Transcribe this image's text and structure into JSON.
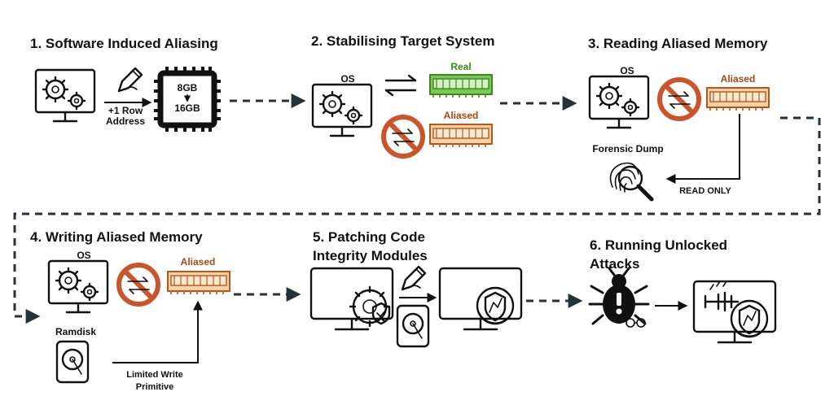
{
  "steps": {
    "s1": {
      "title": "1. Software Induced Aliasing",
      "row_label_1": "+1 Row",
      "row_label_2": "Address",
      "chip_top": "8GB",
      "chip_bottom": "16GB"
    },
    "s2": {
      "title": "2. Stabilising Target System",
      "os_label": "OS",
      "real_label": "Real",
      "aliased_label": "Aliased"
    },
    "s3": {
      "title": "3. Reading Aliased Memory",
      "os_label": "OS",
      "aliased_label": "Aliased",
      "dump_label": "Forensic Dump",
      "read_only_label": "READ ONLY"
    },
    "s4": {
      "title": "4. Writing Aliased Memory",
      "os_label": "OS",
      "aliased_label": "Aliased",
      "ramdisk_label": "Ramdisk",
      "write_label_1": "Limited Write",
      "write_label_2": "Primitive"
    },
    "s5": {
      "title_line1": "5. Patching Code",
      "title_line2": "Integrity Modules"
    },
    "s6": {
      "title_line1": "6. Running Unlocked",
      "title_line2": "Attacks"
    }
  },
  "colors": {
    "real_green": "#7dc65a",
    "real_green_dark": "#3c8a1e",
    "aliased_orange": "#f6d2a8",
    "aliased_orange_dark": "#b5561a",
    "prohibit_red": "#c8552b",
    "dashed_line": "#26323a"
  },
  "icons": [
    "computer-gear-icon",
    "pen-icon",
    "memory-chip-icon",
    "ram-module-icon",
    "swap-arrows-icon",
    "prohibited-icon",
    "fingerprint-search-icon",
    "hard-disk-icon",
    "shield-icon",
    "bug-icon",
    "chess-piece-icon"
  ]
}
